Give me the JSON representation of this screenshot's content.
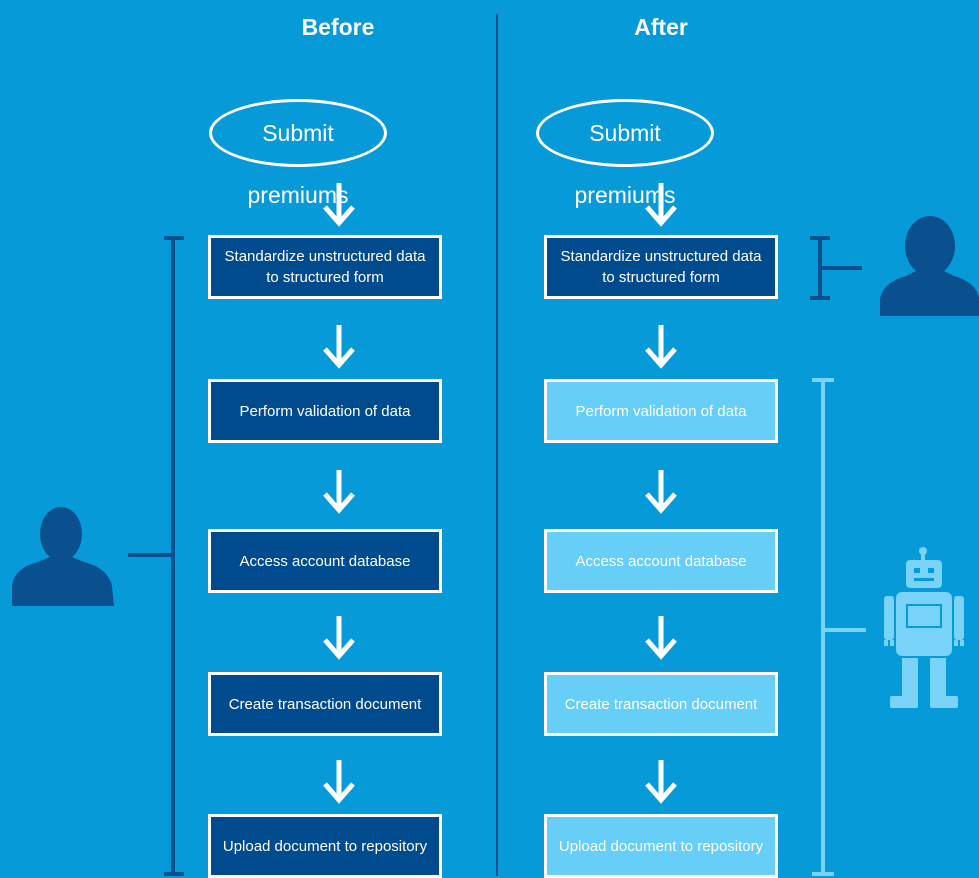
{
  "columns": {
    "before": {
      "title": "Before",
      "start": "Submit premiums",
      "steps": [
        "Standardize unstructured data to structured form",
        "Perform validation of data",
        "Access account database",
        "Create transaction document",
        "Upload document to repository"
      ]
    },
    "after": {
      "title": "After",
      "start": "Submit premiums",
      "steps": [
        "Standardize unstructured data to structured form",
        "Perform validation of data",
        "Access account database",
        "Create transaction document",
        "Upload document to repository"
      ]
    }
  },
  "colors": {
    "background": "#079ad9",
    "dark_box": "#004b8e",
    "light_box": "#66cef7",
    "bracket_dark": "#0a4f8e",
    "bracket_light": "#79d2f7",
    "person": "#0a4f8e",
    "robot": "#79d2f7"
  },
  "icons": {
    "before_actor": "person-icon",
    "after_manual_actor": "person-icon",
    "after_automated_actor": "robot-icon"
  }
}
